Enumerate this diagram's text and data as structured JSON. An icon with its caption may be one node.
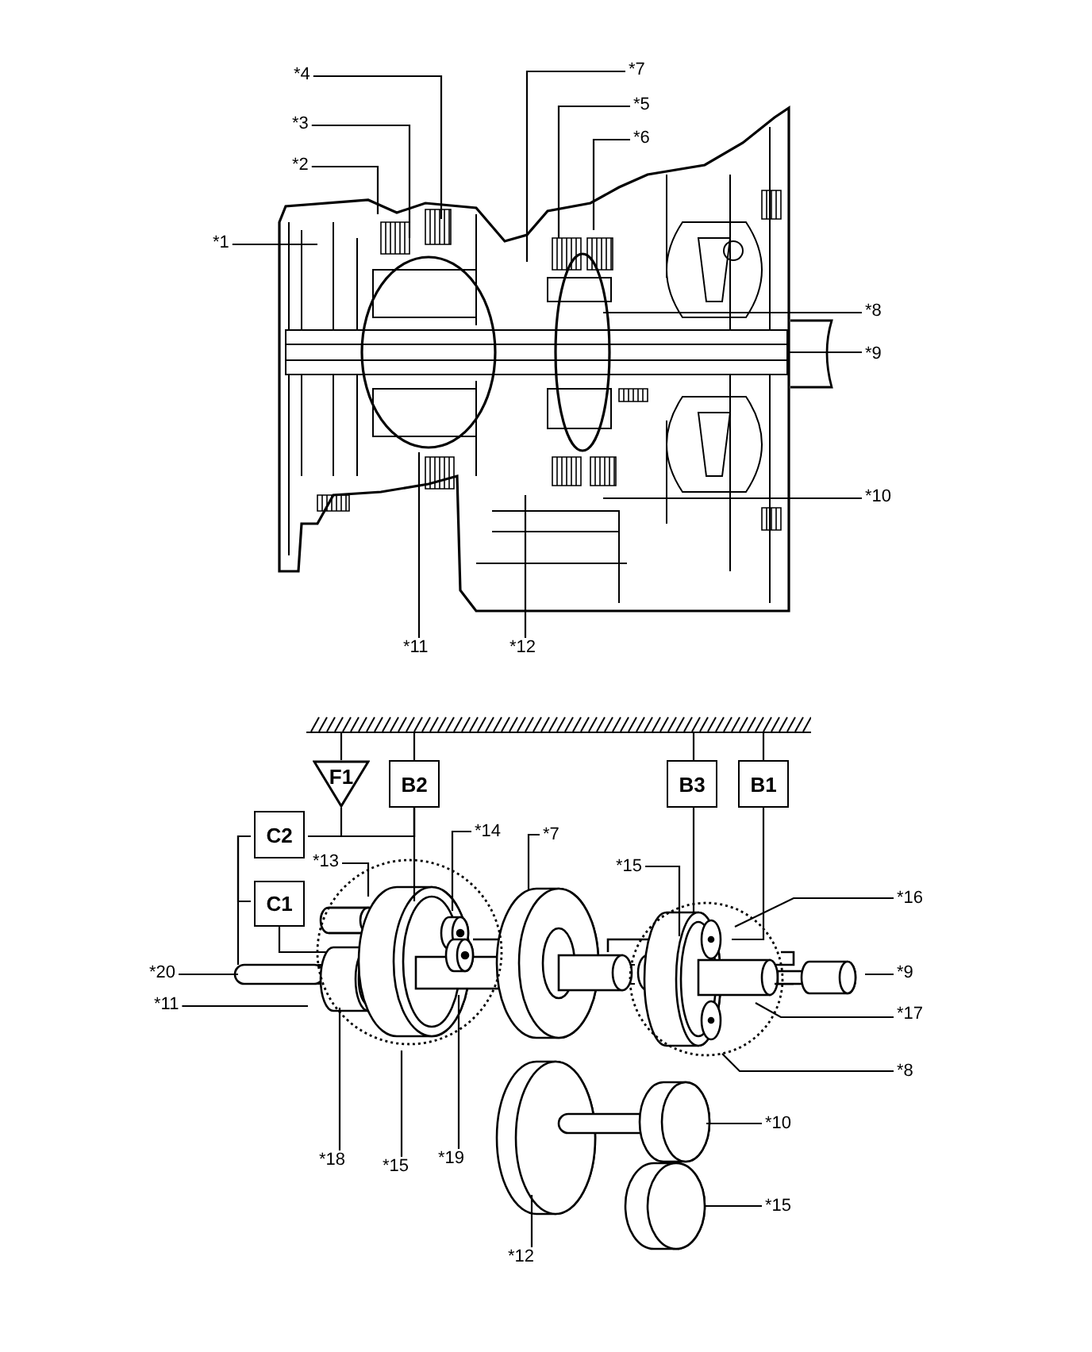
{
  "diagram": {
    "nodes": [
      {
        "text": [],
        "shape": "picture"
      },
      {
        "text": [
          "*4"
        ]
      },
      {
        "text": [
          "*7"
        ]
      },
      {
        "text": [
          "*5"
        ]
      },
      {
        "text": [
          "*3"
        ]
      },
      {
        "text": [
          "*6"
        ]
      },
      {
        "text": [
          "*2"
        ]
      },
      {
        "text": [
          "*1"
        ]
      },
      {
        "text": [
          "*8"
        ]
      },
      {
        "text": [
          "*9"
        ]
      },
      {
        "text": [
          "*10"
        ]
      },
      {
        "text": [
          "*11"
        ]
      },
      {
        "text": [
          "*12"
        ]
      },
      {
        "text": [
          "F1"
        ]
      },
      {
        "text": [
          "B2"
        ]
      },
      {
        "text": [
          "B3"
        ]
      },
      {
        "text": [
          "B1"
        ]
      },
      {
        "text": [
          "C2"
        ]
      },
      {
        "text": [
          "C1"
        ]
      },
      {
        "text": [
          "*14"
        ]
      },
      {
        "text": [
          "*7"
        ]
      },
      {
        "text": [
          "*13"
        ]
      },
      {
        "text": [
          "*15"
        ]
      },
      {
        "text": [
          "*16"
        ]
      },
      {
        "text": [
          "*20"
        ]
      },
      {
        "text": [
          "*9"
        ]
      },
      {
        "text": [
          "*11"
        ]
      },
      {
        "text": [
          "*17"
        ]
      },
      {
        "text": [
          "*8"
        ]
      },
      {
        "text": [
          "*10"
        ]
      },
      {
        "text": [
          "*18"
        ]
      },
      {
        "text": [
          "*15"
        ]
      },
      {
        "text": [
          "*19"
        ]
      },
      {
        "text": [
          "*15"
        ]
      },
      {
        "text": [
          "*12"
        ]
      },
      {
        "text": [],
        "shape": "bar"
      }
    ],
    "edges": [
      {
        "from": 1,
        "to": 0,
        "arrow": "none"
      },
      {
        "from": 2,
        "to": 0,
        "arrow": "none"
      },
      {
        "from": 3,
        "to": 0,
        "arrow": "none"
      },
      {
        "from": 4,
        "to": 0,
        "arrow": "none"
      },
      {
        "from": 5,
        "to": 0,
        "arrow": "none"
      },
      {
        "from": 6,
        "to": 0,
        "arrow": "none"
      },
      {
        "from": 7,
        "to": 0,
        "arrow": "none"
      },
      {
        "from": 8,
        "to": 0,
        "arrow": "none"
      },
      {
        "from": 9,
        "to": 0,
        "arrow": "none"
      },
      {
        "from": 10,
        "to": 0,
        "arrow": "none"
      },
      {
        "from": 11,
        "to": 0,
        "arrow": "none"
      },
      {
        "from": 12,
        "to": 0,
        "arrow": "none"
      },
      {
        "from": 13,
        "to": 14,
        "arrow": "none"
      },
      {
        "from": 17,
        "to": 14,
        "arrow": "none"
      },
      {
        "from": 17,
        "to": 18,
        "arrow": "none"
      },
      {
        "from": 19,
        "to": null,
        "arrow": "none"
      },
      {
        "from": 20,
        "to": null,
        "arrow": "none"
      },
      {
        "from": 21,
        "to": null,
        "arrow": "none"
      },
      {
        "from": 22,
        "to": null,
        "arrow": "none"
      },
      {
        "from": 23,
        "to": null,
        "arrow": "none"
      },
      {
        "from": 24,
        "to": null,
        "arrow": "none"
      },
      {
        "from": 25,
        "to": null,
        "arrow": "none"
      },
      {
        "from": 26,
        "to": null,
        "arrow": "none"
      },
      {
        "from": 27,
        "to": null,
        "arrow": "none"
      },
      {
        "from": 28,
        "to": null,
        "arrow": "none"
      },
      {
        "from": 29,
        "to": null,
        "arrow": "none"
      },
      {
        "from": 30,
        "to": null,
        "arrow": "none"
      },
      {
        "from": 31,
        "to": null,
        "arrow": "none"
      },
      {
        "from": 32,
        "to": null,
        "arrow": "none"
      },
      {
        "from": 33,
        "to": null,
        "arrow": "none"
      },
      {
        "from": 34,
        "to": null,
        "arrow": "none"
      },
      {
        "from": 35,
        "to": 13,
        "arrow": "none"
      },
      {
        "from": 35,
        "to": 14,
        "arrow": "none"
      },
      {
        "from": 35,
        "to": 15,
        "arrow": "none"
      },
      {
        "from": 35,
        "to": 16,
        "arrow": "none"
      },
      {
        "from": 14,
        "to": null,
        "arrow": "none"
      },
      {
        "from": 15,
        "to": null,
        "arrow": "none"
      },
      {
        "from": 16,
        "to": null,
        "arrow": "none"
      },
      {
        "from": 17,
        "to": null,
        "arrow": "none"
      },
      {
        "from": 18,
        "to": null,
        "arrow": "none"
      }
    ]
  }
}
